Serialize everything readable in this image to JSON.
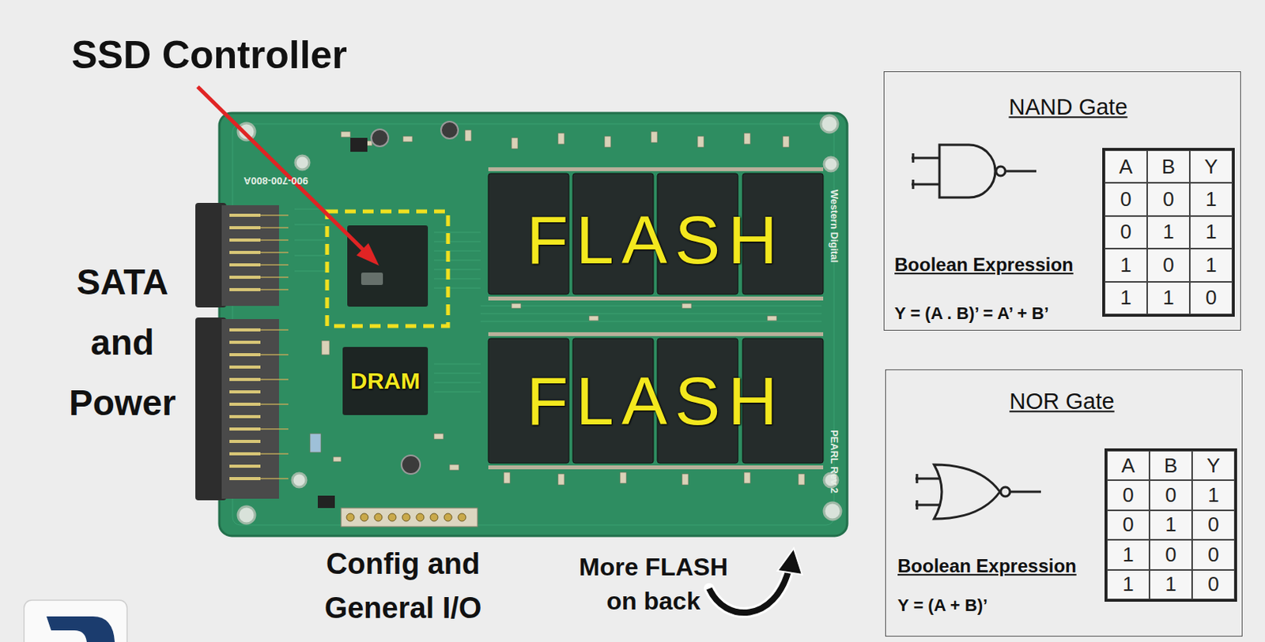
{
  "diagram": {
    "nodes": [
      {
        "text": [
          "NAND Gate",
          "Boolean Expression",
          "Y = (A . B)’ = A’ + B’"
        ]
      },
      {
        "text": [
          "NOR Gate",
          "Boolean Expression",
          "Y = (A + B)’"
        ]
      }
    ],
    "labels": [
      "SSD Controller",
      "SATA and Power",
      "FLASH",
      "FLASH",
      "DRAM",
      "900-700-800A",
      "Western Digital",
      "PEARL Rev 2",
      "Config and General I/O",
      "More FLASH on back",
      "A",
      "B",
      "Y",
      "0",
      "0",
      "1",
      "0",
      "1",
      "1",
      "1",
      "0",
      "1",
      "1",
      "1",
      "0",
      "A",
      "B",
      "Y",
      "0",
      "0",
      "1",
      "0",
      "1",
      "0",
      "1",
      "0",
      "0",
      "1",
      "1",
      "0"
    ]
  }
}
